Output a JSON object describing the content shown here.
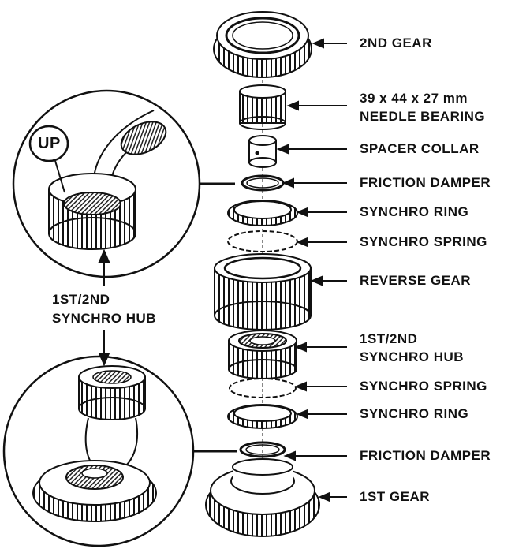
{
  "labels": {
    "second_gear": "2ND GEAR",
    "needle_bearing_size": "39 x 44 x 27 mm",
    "needle_bearing": "NEEDLE BEARING",
    "spacer_collar": "SPACER COLLAR",
    "friction_damper_top": "FRICTION DAMPER",
    "synchro_ring_top": "SYNCHRO RING",
    "synchro_spring_top": "SYNCHRO SPRING",
    "reverse_gear": "REVERSE GEAR",
    "hub_line1": "1ST/2ND",
    "hub_line2": "SYNCHRO HUB",
    "synchro_spring_bottom": "SYNCHRO SPRING",
    "synchro_ring_bottom": "SYNCHRO RING",
    "friction_damper_bottom": "FRICTION DAMPER",
    "first_gear": "1ST GEAR",
    "side_hub_line1": "1ST/2ND",
    "side_hub_line2": "SYNCHRO HUB",
    "up_mark": "UP"
  }
}
